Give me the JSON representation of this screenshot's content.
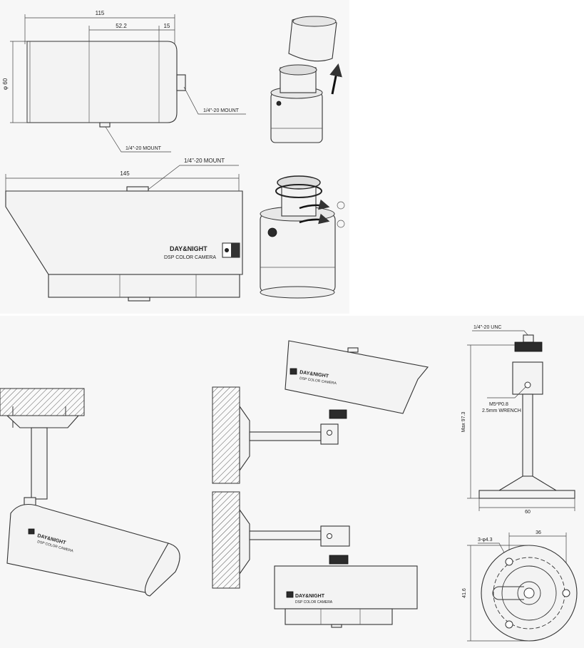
{
  "top_view": {
    "width": "115",
    "section": "52.2",
    "offset": "15",
    "diameter": "φ 60",
    "rear_mount": "1/4\"-20 MOUNT",
    "bottom_mount": "1/4\"-20 MOUNT"
  },
  "side_view": {
    "length": "145",
    "top_mount": "1/4\"-20 MOUNT",
    "logo_line1": "DAY&NIGHT",
    "logo_line2": "DSP COLOR CAMERA"
  },
  "bracket": {
    "thread": "1/4\"-20 UNC",
    "screw": "M5*P0.8",
    "wrench": "2.5mm WRENCH",
    "height": "Max 97.3",
    "base_width": "60",
    "hole_spec": "3-φ4.3",
    "hole_spacing": "36",
    "base_depth": "41.6"
  },
  "small_logo": {
    "line1": "DAY&NIGHT",
    "line2": "DSP COLOR CAMERA"
  },
  "colors": {
    "line": "#333333",
    "fill": "#f3f3f3",
    "panel": "#f7f7f7",
    "dark": "#2b2b2b"
  }
}
